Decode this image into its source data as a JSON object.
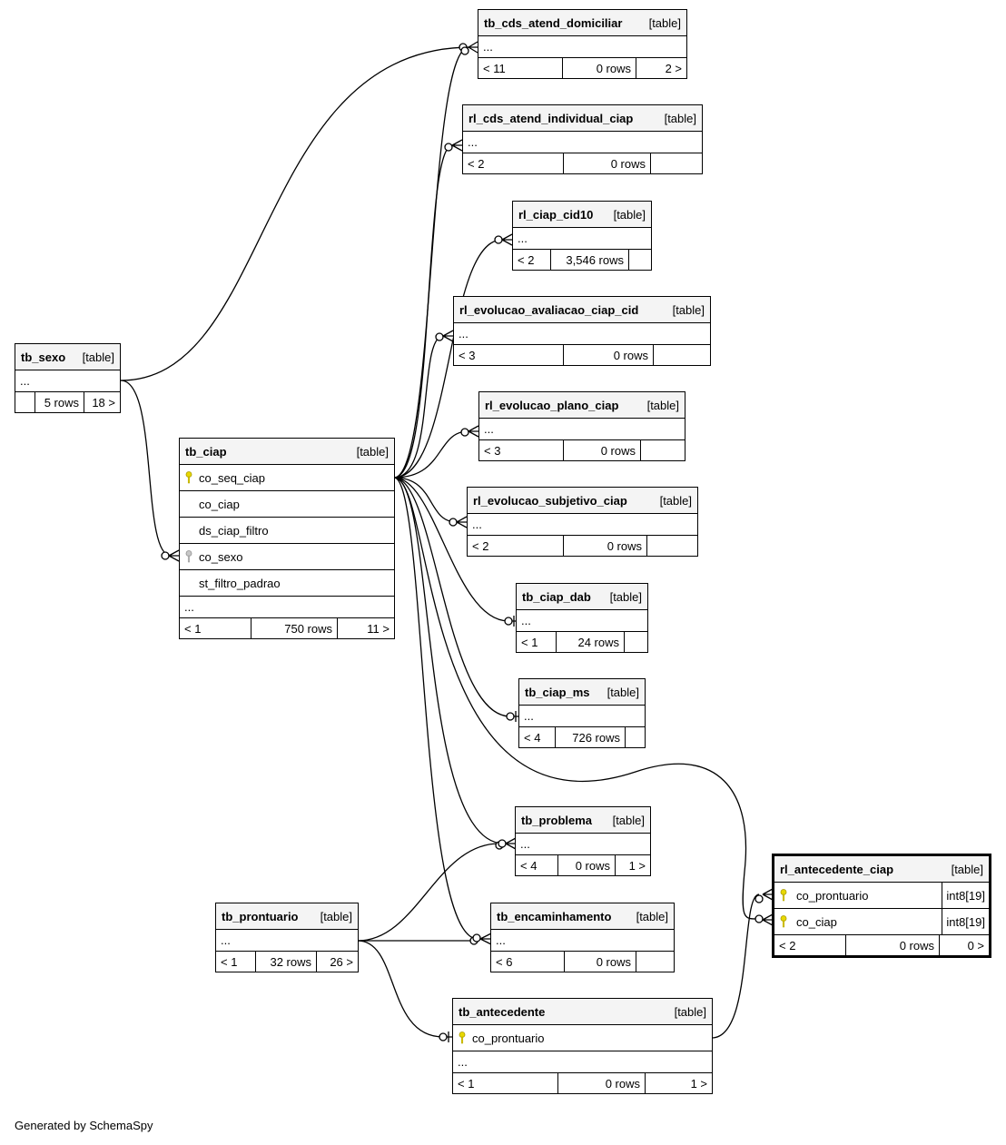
{
  "credit": "Generated by SchemaSpy",
  "type_label": "[table]",
  "ellipsis": "...",
  "tables": {
    "tb_cds_atend_domiciliar": {
      "name": "tb_cds_atend_domiciliar",
      "parents": "< 11",
      "rows": "0 rows",
      "children": "2 >"
    },
    "rl_cds_atend_individual_ciap": {
      "name": "rl_cds_atend_individual_ciap",
      "parents": "< 2",
      "rows": "0 rows",
      "children": ""
    },
    "rl_ciap_cid10": {
      "name": "rl_ciap_cid10",
      "parents": "< 2",
      "rows": "3,546 rows",
      "children": ""
    },
    "rl_evolucao_avaliacao_ciap_cid": {
      "name": "rl_evolucao_avaliacao_ciap_cid",
      "parents": "< 3",
      "rows": "0 rows",
      "children": ""
    },
    "rl_evolucao_plano_ciap": {
      "name": "rl_evolucao_plano_ciap",
      "parents": "< 3",
      "rows": "0 rows",
      "children": ""
    },
    "rl_evolucao_subjetivo_ciap": {
      "name": "rl_evolucao_subjetivo_ciap",
      "parents": "< 2",
      "rows": "0 rows",
      "children": ""
    },
    "tb_sexo": {
      "name": "tb_sexo",
      "parents": "",
      "rows": "5 rows",
      "children": "18 >"
    },
    "tb_ciap": {
      "name": "tb_ciap",
      "parents": "< 1",
      "rows": "750 rows",
      "children": "11 >",
      "columns": [
        "co_seq_ciap",
        "co_ciap",
        "ds_ciap_filtro",
        "co_sexo",
        "st_filtro_padrao"
      ]
    },
    "tb_ciap_dab": {
      "name": "tb_ciap_dab",
      "parents": "< 1",
      "rows": "24 rows",
      "children": ""
    },
    "tb_ciap_ms": {
      "name": "tb_ciap_ms",
      "parents": "< 4",
      "rows": "726 rows",
      "children": ""
    },
    "tb_problema": {
      "name": "tb_problema",
      "parents": "< 4",
      "rows": "0 rows",
      "children": "1 >"
    },
    "tb_prontuario": {
      "name": "tb_prontuario",
      "parents": "< 1",
      "rows": "32 rows",
      "children": "26 >"
    },
    "tb_encaminhamento": {
      "name": "tb_encaminhamento",
      "parents": "< 6",
      "rows": "0 rows",
      "children": ""
    },
    "tb_antecedente": {
      "name": "tb_antecedente",
      "parents": "< 1",
      "rows": "0 rows",
      "children": "1 >",
      "columns": [
        "co_prontuario"
      ]
    },
    "rl_antecedente_ciap": {
      "name": "rl_antecedente_ciap",
      "parents": "< 2",
      "rows": "0 rows",
      "children": "0 >",
      "columns": [
        {
          "name": "co_prontuario",
          "type": "int8[19]"
        },
        {
          "name": "co_ciap",
          "type": "int8[19]"
        }
      ]
    }
  },
  "colors": {
    "primary_key": "#e8d800",
    "foreign_key": "#b0b0b0",
    "line": "#000000",
    "header": "#f4f4f4"
  },
  "icons": {
    "primary_key": "key-icon",
    "foreign_key": "grey-key-icon"
  }
}
